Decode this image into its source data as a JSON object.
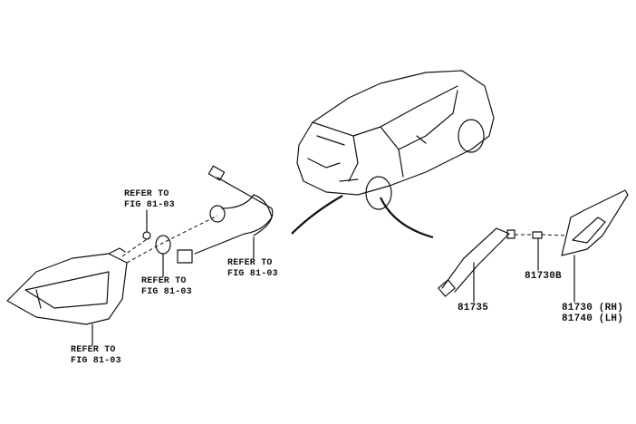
{
  "labels": {
    "refer_nut": [
      "REFER TO",
      "FIG 81-03"
    ],
    "refer_bulb": [
      "REFER TO",
      "FIG 81-03"
    ],
    "refer_harness": [
      "REFER TO",
      "FIG 81-03"
    ],
    "refer_lamp": [
      "REFER TO",
      "FIG 81-03"
    ],
    "socket": "81735",
    "bulb": "81730B",
    "lamp_rh": "81730 (RH)",
    "lamp_lh": "81740 (LH)"
  }
}
